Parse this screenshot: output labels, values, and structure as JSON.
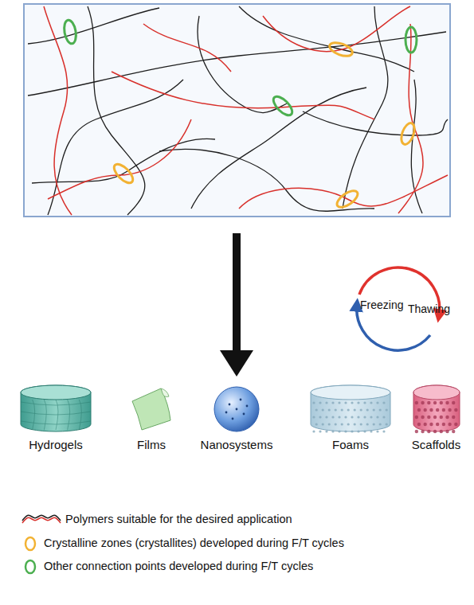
{
  "diagram": {
    "nodes": [
      {
        "text": [
          "Hydrogels"
        ]
      },
      {
        "text": [
          "Films"
        ]
      },
      {
        "text": [
          "Nanosystems"
        ]
      },
      {
        "text": [
          "Foams"
        ]
      },
      {
        "text": [
          "Scaffolds"
        ]
      }
    ],
    "labels": [
      "Freezing",
      "Thawing"
    ],
    "legend": [
      {
        "text": "Polymers suitable for the desired application"
      },
      {
        "text": "Crystalline zones (crystallites) developed during F/T cycles"
      },
      {
        "text": "Other connection points developed during F/T cycles"
      }
    ]
  }
}
